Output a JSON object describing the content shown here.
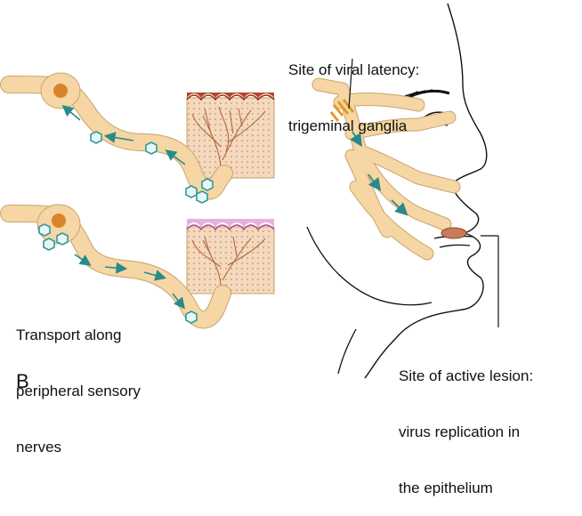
{
  "labels": {
    "latency_line1": "Site of viral latency:",
    "latency_line2": "trigeminal ganglia",
    "transport_line1": "Transport along",
    "transport_line2": "peripheral sensory",
    "transport_line3": "nerves",
    "lesion_line1": "Site of active lesion:",
    "lesion_line2": "virus replication in",
    "lesion_line3": "the epithelium",
    "panel_letter": "B"
  },
  "colors": {
    "nerve": "#f5d6a4",
    "nerve_outline": "#c9a36b",
    "cell_body": "#d9842a",
    "virion": "#2f9a9a",
    "arrow": "#2a8a8a",
    "skin_top": "#b5462a",
    "skin_top_pink": "#d46ab0",
    "dermis": "#f4d9be",
    "lesion": "#c97a5a",
    "ganglion_marks": "#e29a2a",
    "line": "#111111"
  }
}
